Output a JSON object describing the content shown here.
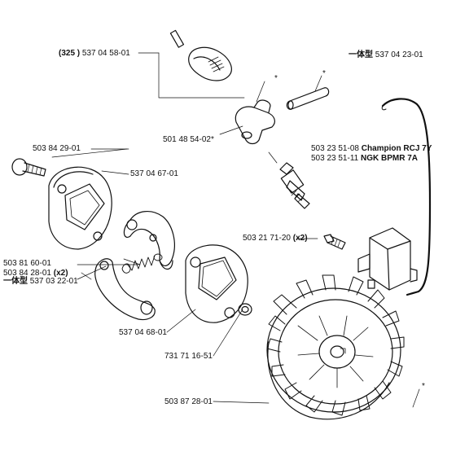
{
  "labels": {
    "spark_cap": {
      "qty": "(325 )",
      "code": "537 04 58-01"
    },
    "wire_top": {
      "prefix": "一体型",
      "code": "537 04 23-01"
    },
    "boot": {
      "code": "501 48 54-02*"
    },
    "plug_a": {
      "code": "503 23 51-08",
      "brand": "Champion RCJ 7Y"
    },
    "plug_b": {
      "code": "503 23 51-11",
      "brand": "NGK BPMR 7A"
    },
    "screw": {
      "code": "503 84 29-01"
    },
    "plate1": {
      "code": "537 04 67-01"
    },
    "coil_screw": {
      "code": "503 21 71-20",
      "qty": "(x2)"
    },
    "spring": {
      "code": "503 81 60-01"
    },
    "washer": {
      "code": "503 84 28-01",
      "qty": "(x2)"
    },
    "shoe": {
      "prefix": "一体型",
      "code": "537 03 22-01"
    },
    "plate2": {
      "code": "537 04 68-01"
    },
    "nut": {
      "code": "731 71 16-51"
    },
    "flywheel": {
      "code": "503 87 28-01"
    }
  },
  "asterisk": "*"
}
